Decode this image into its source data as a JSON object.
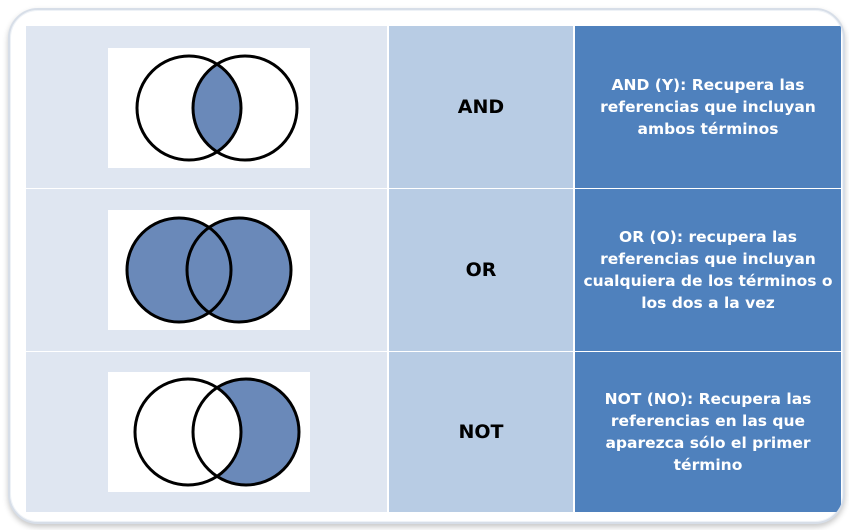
{
  "rows": [
    {
      "operator": "AND",
      "description": "AND (Y): Recupera las referencias que incluyan ambos términos",
      "venn": "intersection"
    },
    {
      "operator": "OR",
      "description": "OR (O): recupera las referencias que incluyan cualquiera de los términos o los dos a la vez",
      "venn": "union"
    },
    {
      "operator": "NOT",
      "description": "NOT (NO): Recupera las referencias en las que aparezca sólo el primer término",
      "venn": "difference"
    }
  ],
  "colors": {
    "fill": "#6a89b9",
    "venn_panel": "#dfe6f1",
    "operator_panel": "#b8cce4",
    "description_panel": "#4f81bd"
  }
}
